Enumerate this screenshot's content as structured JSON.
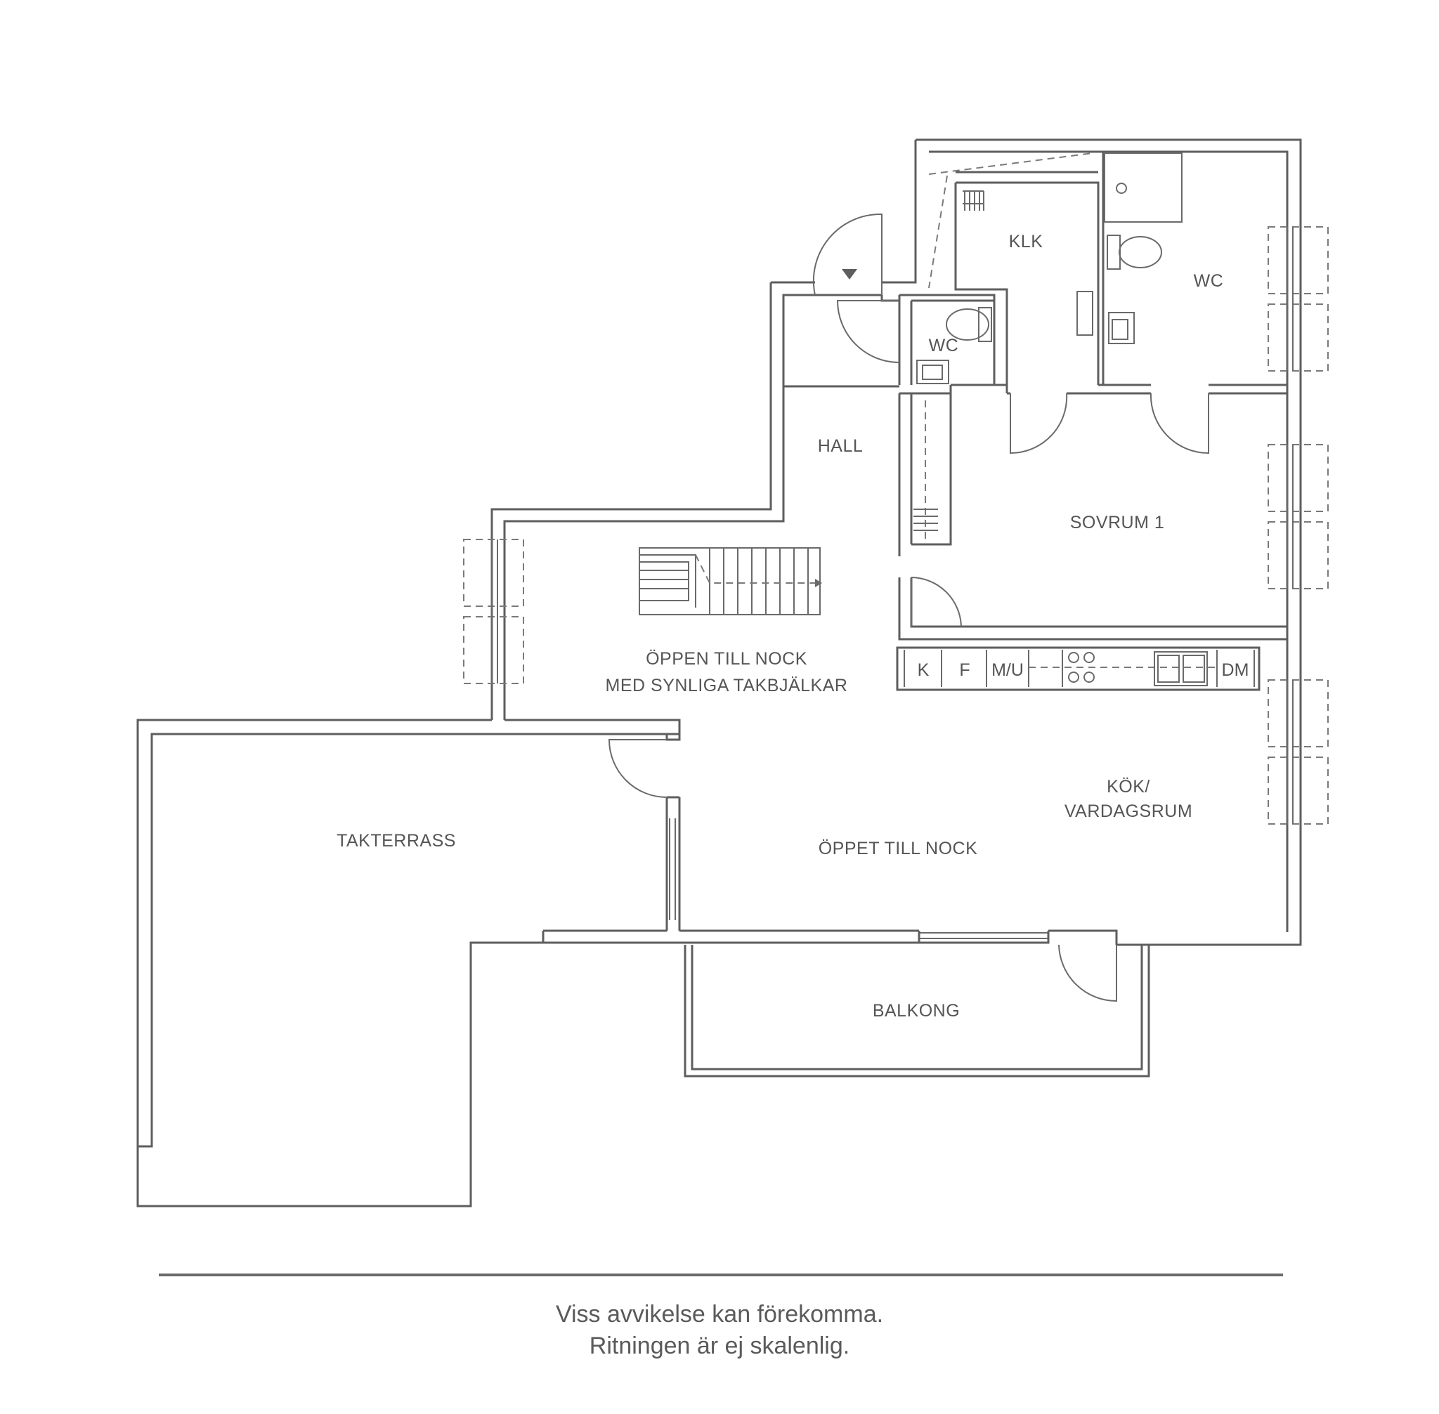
{
  "rooms": {
    "klk": "KLK",
    "wc_large": "WC",
    "wc_small": "WC",
    "hall": "HALL",
    "sovrum": "SOVRUM 1",
    "open_line1": "ÖPPEN TILL NOCK",
    "open_line2": "MED SYNLIGA TAKBJÄLKAR",
    "kok_line1": "KÖK/",
    "kok_line2": "VARDAGSRUM",
    "open_nock": "ÖPPET TILL NOCK",
    "takterrass": "TAKTERRASS",
    "balkong": "BALKONG"
  },
  "kitchen": {
    "k": "K",
    "f": "F",
    "mu": "M/U",
    "dm": "DM"
  },
  "footer": {
    "line1": "Viss avvikelse kan förekomma.",
    "line2": "Ritningen är ej skalenlig."
  }
}
